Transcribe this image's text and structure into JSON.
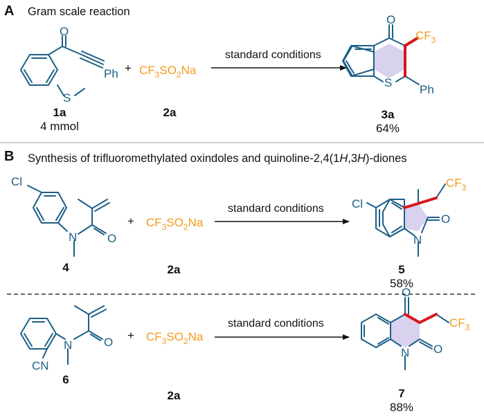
{
  "colors": {
    "bond": "#1b5f86",
    "reagent": "#f39a1c",
    "new_bond": "#d6161c",
    "highlight_ring": "#d9d2ee",
    "separator": "#bdbdbd"
  },
  "panelA": {
    "letter": "A",
    "title": "Gram scale reaction",
    "reactant_atoms": {
      "o": "O",
      "ph": "Ph",
      "s": "S"
    },
    "plus": "+",
    "reagent": {
      "cf": "CF",
      "sub3": "3",
      "so": "SO",
      "sub2": "2",
      "na": "Na"
    },
    "conditions": "standard conditions",
    "product_atoms": {
      "o": "O",
      "cf": "CF",
      "sub3": "3",
      "s": "S",
      "ph": "Ph"
    },
    "reactant_label": "1a",
    "reactant_amount": "4 mmol",
    "reagent_label": "2a",
    "product_label": "3a",
    "product_yield": "64%"
  },
  "panelB": {
    "letter": "B",
    "title_pre": "Synthesis of trifluoromethylated oxindoles and quinoline-2,4(1",
    "title_h1": "H",
    "title_mid": ",3",
    "title_h2": "H",
    "title_post": ")-diones",
    "row1": {
      "reactant_atoms": {
        "cl": "Cl",
        "n": "N",
        "o": "O"
      },
      "plus": "+",
      "reagent": {
        "cf": "CF",
        "sub3": "3",
        "so": "SO",
        "sub2": "2",
        "na": "Na"
      },
      "conditions": "standard conditions",
      "product_atoms": {
        "cl": "Cl",
        "cf": "CF",
        "sub3": "3",
        "o": "O",
        "n": "N"
      },
      "reactant_label": "4",
      "reagent_label": "2a",
      "product_label": "5",
      "product_yield": "58%"
    },
    "row2": {
      "reactant_atoms": {
        "n": "N",
        "o": "O",
        "cn": "CN"
      },
      "plus": "+",
      "reagent": {
        "cf": "CF",
        "sub3": "3",
        "so": "SO",
        "sub2": "2",
        "na": "Na"
      },
      "conditions": "standard conditions",
      "product_atoms": {
        "o_top": "O",
        "cf": "CF",
        "sub3": "3",
        "o": "O",
        "n": "N"
      },
      "reactant_label": "6",
      "reagent_label": "2a",
      "product_label": "7",
      "product_yield": "88%"
    }
  }
}
